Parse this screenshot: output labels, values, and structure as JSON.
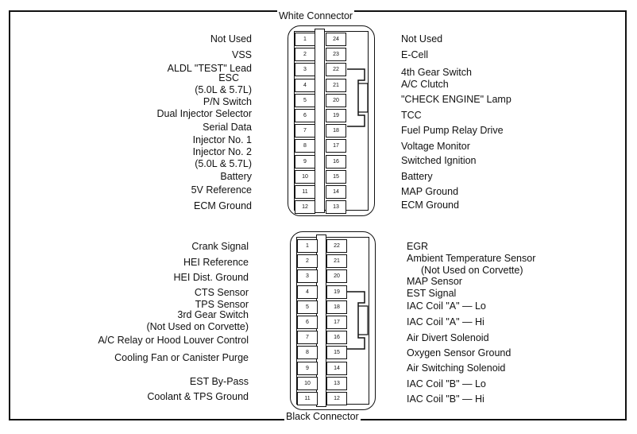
{
  "white": {
    "caption": "White Connector",
    "left_labels": [
      "Not Used",
      "VSS",
      "ALDL \"TEST\" Lead",
      "ESC",
      "(5.0L & 5.7L)",
      "P/N Switch",
      "Dual Injector Selector",
      "Serial Data",
      "Injector No. 1",
      "Injector No. 2",
      "(5.0L & 5.7L)",
      "Battery",
      "5V Reference",
      "ECM Ground"
    ],
    "right_labels": [
      "Not Used",
      "E-Cell",
      "4th Gear Switch",
      "A/C Clutch",
      "\"CHECK ENGINE\" Lamp",
      "TCC",
      "Fuel Pump Relay Drive",
      "Voltage Monitor",
      "Switched Ignition",
      "Battery",
      "MAP Ground",
      "ECM Ground"
    ],
    "left_pins": [
      "1",
      "2",
      "3",
      "4",
      "5",
      "6",
      "7",
      "8",
      "9",
      "10",
      "11",
      "12"
    ],
    "right_pins": [
      "24",
      "23",
      "22",
      "21",
      "20",
      "19",
      "18",
      "17",
      "16",
      "15",
      "14",
      "13"
    ]
  },
  "black": {
    "caption": "Black Connector",
    "left_labels": [
      "Crank Signal",
      "HEI Reference",
      "HEI Dist. Ground",
      "CTS Sensor",
      "TPS Sensor",
      "3rd Gear Switch",
      "(Not Used on Corvette)",
      "A/C Relay or Hood Louver Control",
      "Cooling Fan or Canister Purge",
      "EST By-Pass",
      "Coolant & TPS Ground"
    ],
    "right_labels": [
      "EGR",
      "Ambient Temperature Sensor",
      "(Not Used on Corvette)",
      "MAP Sensor",
      "EST Signal",
      "IAC Coil \"A\" — Lo",
      "IAC Coil \"A\" — Hi",
      "Air Divert Solenoid",
      "Oxygen Sensor Ground",
      "Air Switching Solenoid",
      "IAC Coil \"B\" — Lo",
      "IAC Coil \"B\" — Hi"
    ],
    "left_pins": [
      "1",
      "2",
      "3",
      "4",
      "5",
      "6",
      "7",
      "8",
      "9",
      "10",
      "11"
    ],
    "right_pins": [
      "22",
      "21",
      "20",
      "19",
      "18",
      "17",
      "16",
      "15",
      "14",
      "13",
      "12"
    ]
  }
}
